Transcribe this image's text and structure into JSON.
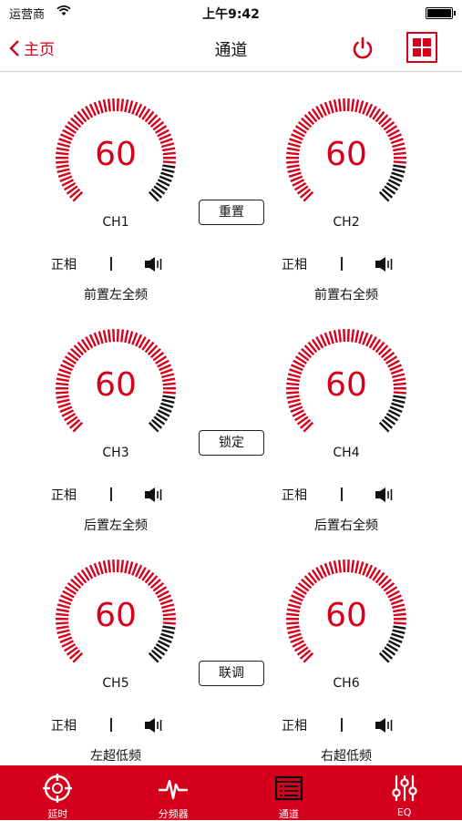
{
  "status": {
    "carrier": "运营商",
    "time": "上午9:42"
  },
  "nav": {
    "back_label": "主页",
    "title": "通道"
  },
  "buttons": {
    "reset": "重置",
    "lock": "锁定",
    "link": "联调"
  },
  "channels": [
    {
      "id": "CH1",
      "value": "60",
      "phase": "正相",
      "name": "前置左全频"
    },
    {
      "id": "CH2",
      "value": "60",
      "phase": "正相",
      "name": "前置右全频"
    },
    {
      "id": "CH3",
      "value": "60",
      "phase": "正相",
      "name": "后置左全频"
    },
    {
      "id": "CH4",
      "value": "60",
      "phase": "正相",
      "name": "后置右全频"
    },
    {
      "id": "CH5",
      "value": "60",
      "phase": "正相",
      "name": "左超低频"
    },
    {
      "id": "CH6",
      "value": "60",
      "phase": "正相",
      "name": "右超低频"
    }
  ],
  "gauge": {
    "level": 0.85,
    "active_color": "#d5001c",
    "inactive_color": "#111111"
  },
  "tabs": [
    {
      "label": "延时",
      "icon": "crosshair-icon"
    },
    {
      "label": "分频器",
      "icon": "pulse-icon"
    },
    {
      "label": "通道",
      "icon": "list-icon"
    },
    {
      "label": "EQ",
      "icon": "sliders-icon"
    }
  ],
  "colors": {
    "accent": "#d5001c"
  }
}
